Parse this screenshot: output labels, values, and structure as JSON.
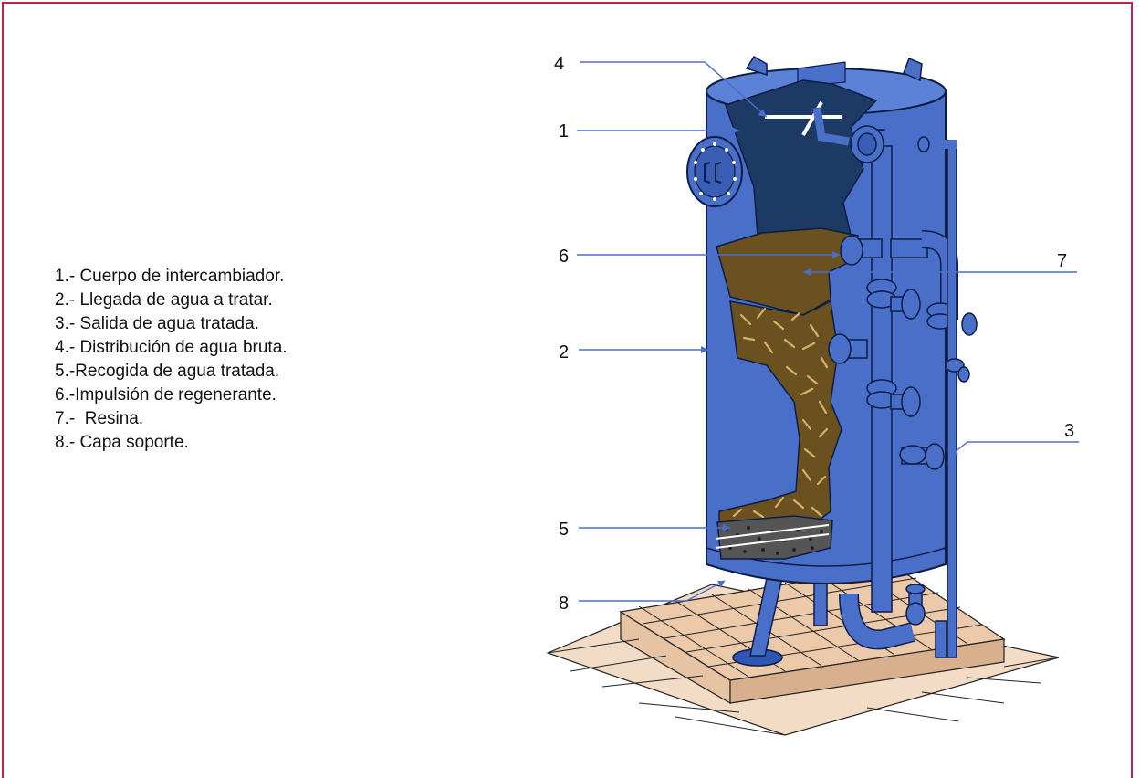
{
  "legend": [
    "1.- Cuerpo de intercambiador.",
    "2.- Llegada de agua a tratar.",
    "3.- Salida de agua tratada.",
    "4.- Distribución de agua bruta.",
    "5.-Recogida de agua tratada.",
    "6.-Impulsión de regenerante.",
    "7.-  Resina.",
    "8.- Capa soporte."
  ],
  "callouts": {
    "n1": "1",
    "n2": "2",
    "n3": "3",
    "n4": "4",
    "n5": "5",
    "n6": "6",
    "n7": "7",
    "n8": "8"
  },
  "colors": {
    "frame": "#b8234a",
    "tank": "#4a6fc9",
    "tank_dark": "#1f3c78",
    "interior": "#1c3a63",
    "resin": "#6b5120",
    "floor": "#f0d2b6",
    "leader": "#4a6fc9"
  }
}
